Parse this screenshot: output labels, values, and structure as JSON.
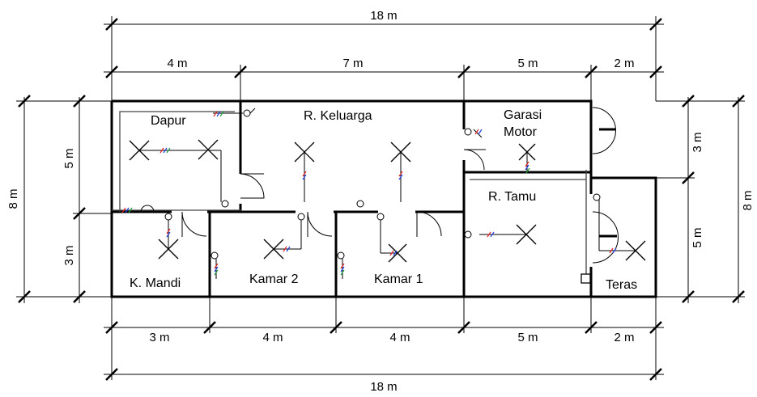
{
  "dimensions": {
    "top_total": "18 m",
    "top_segments": [
      "4 m",
      "7 m",
      "5 m",
      "2 m"
    ],
    "bottom_segments": [
      "3 m",
      "4 m",
      "4 m",
      "5 m",
      "2 m"
    ],
    "bottom_total": "18 m",
    "left_total": "8 m",
    "left_segments": [
      "5 m",
      "3 m"
    ],
    "right_segments": [
      "3 m",
      "5 m"
    ],
    "right_total": "8 m"
  },
  "rooms": {
    "dapur": "Dapur",
    "keluarga": "R. Keluarga",
    "garasi_line1": "Garasi",
    "garasi_line2": "Motor",
    "tamu": "R. Tamu",
    "mandi": "K. Mandi",
    "kamar2": "Kamar 2",
    "kamar1": "Kamar 1",
    "teras": "Teras"
  },
  "colors": {
    "wire_red": "#e02020",
    "wire_blue": "#2040e0",
    "wire_green": "#20a040",
    "line": "#000000"
  }
}
